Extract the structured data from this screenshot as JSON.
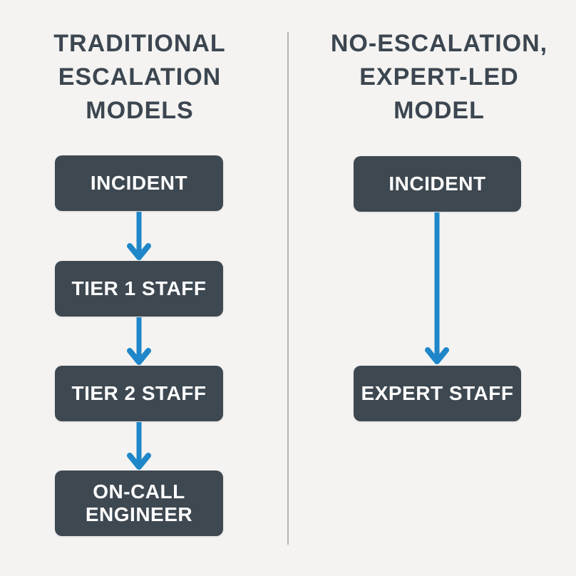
{
  "colors": {
    "background": "#f4f3f1",
    "node_fill": "#3e4851",
    "node_text": "#ffffff",
    "title_text": "#3c4650",
    "arrow": "#1f87c9",
    "divider": "#b3b3b1"
  },
  "left_panel": {
    "title_lines": [
      "TRADITIONAL",
      "ESCALATION",
      "MODELS"
    ],
    "nodes": [
      {
        "label": "INCIDENT"
      },
      {
        "label": "TIER 1 STAFF"
      },
      {
        "label": "TIER 2 STAFF"
      },
      {
        "label_lines": [
          "ON-CALL",
          "ENGINEER"
        ]
      }
    ]
  },
  "right_panel": {
    "title_lines": [
      "NO-ESCALATION,",
      "EXPERT-LED",
      "MODEL"
    ],
    "nodes": [
      {
        "label": "INCIDENT"
      },
      {
        "label": "EXPERT STAFF"
      }
    ]
  }
}
